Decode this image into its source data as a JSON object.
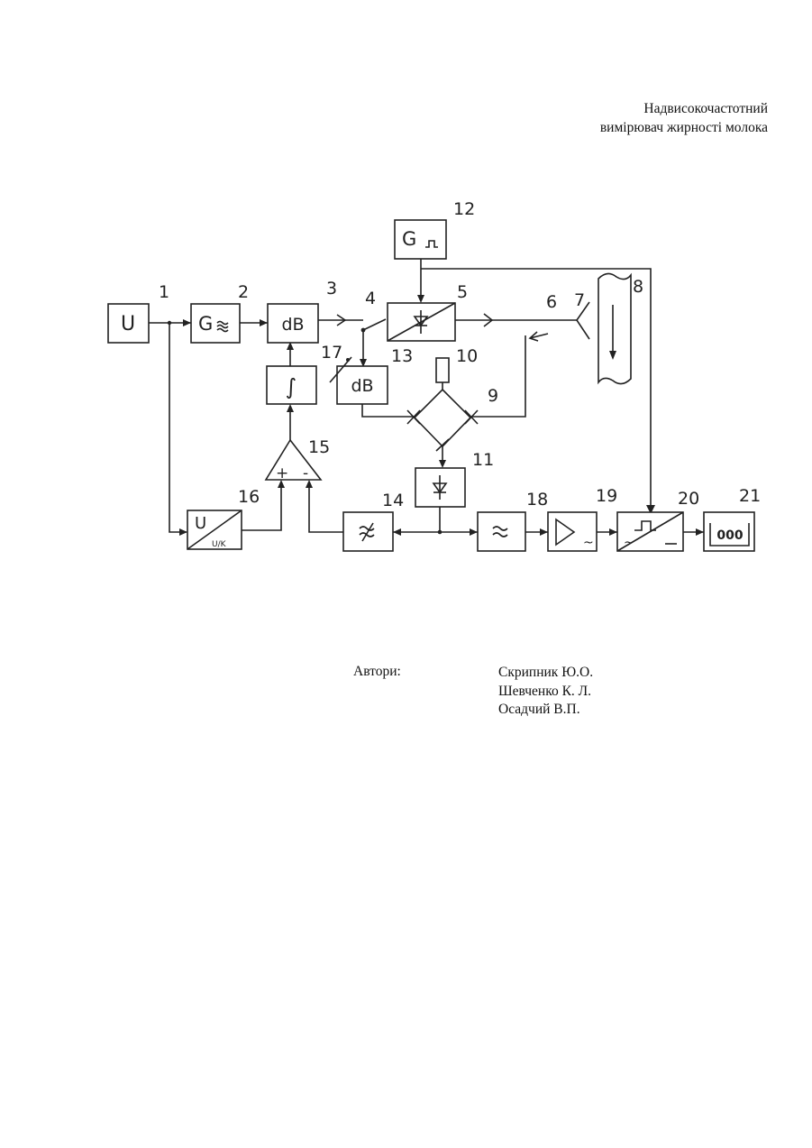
{
  "title": {
    "line1": "Надвисокочастотний",
    "line2": "вимірювач жирності молока"
  },
  "diagram": {
    "numbers": [
      "1",
      "2",
      "3",
      "4",
      "5",
      "6",
      "7",
      "8",
      "9",
      "10",
      "11",
      "12",
      "13",
      "14",
      "15",
      "16",
      "17",
      "18",
      "19",
      "20",
      "21"
    ],
    "labels": {
      "source": "U",
      "generator": "G",
      "attenuator_main": "dB",
      "attenuator_ref": "dB",
      "integrator": "∫",
      "plus": "+",
      "minus": "-",
      "divider_top": "U",
      "divider_bottom": "U/K",
      "pulse_generator": "G",
      "display": "000",
      "tilde": "~"
    }
  },
  "authors": {
    "label": "Автори:",
    "names": [
      "Скрипник Ю.О.",
      "Шевченко К. Л.",
      "Осадчий В.П."
    ]
  }
}
